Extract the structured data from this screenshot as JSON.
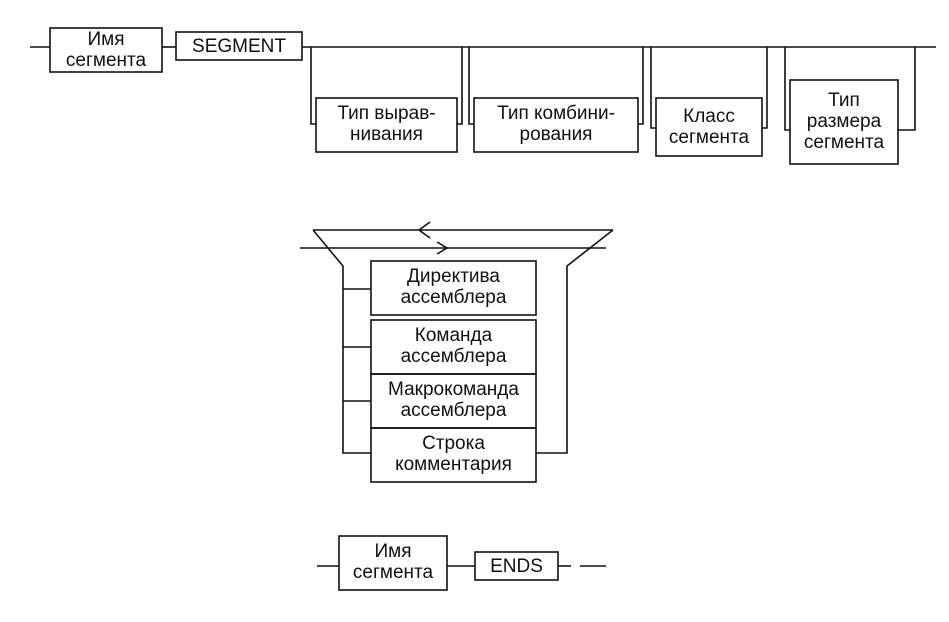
{
  "segment_header": {
    "name_box": "Имя\nсегмента",
    "keyword_box": "SEGMENT",
    "attributes": [
      "Тип вырав-\nнивания",
      "Тип комбини-\nрования",
      "Класс\nсегмента",
      "Тип\nразмера\nсегмента"
    ]
  },
  "segment_body": {
    "items": [
      "Директива\nассемблера",
      "Команда\nассемблера",
      "Макрокоманда\nассемблера",
      "Строка\nкомментария"
    ]
  },
  "segment_end": {
    "name_box": "Имя\nсегмента",
    "keyword_box": "ENDS"
  },
  "colors": {
    "ink": "#111111",
    "paper": "#ffffff"
  }
}
